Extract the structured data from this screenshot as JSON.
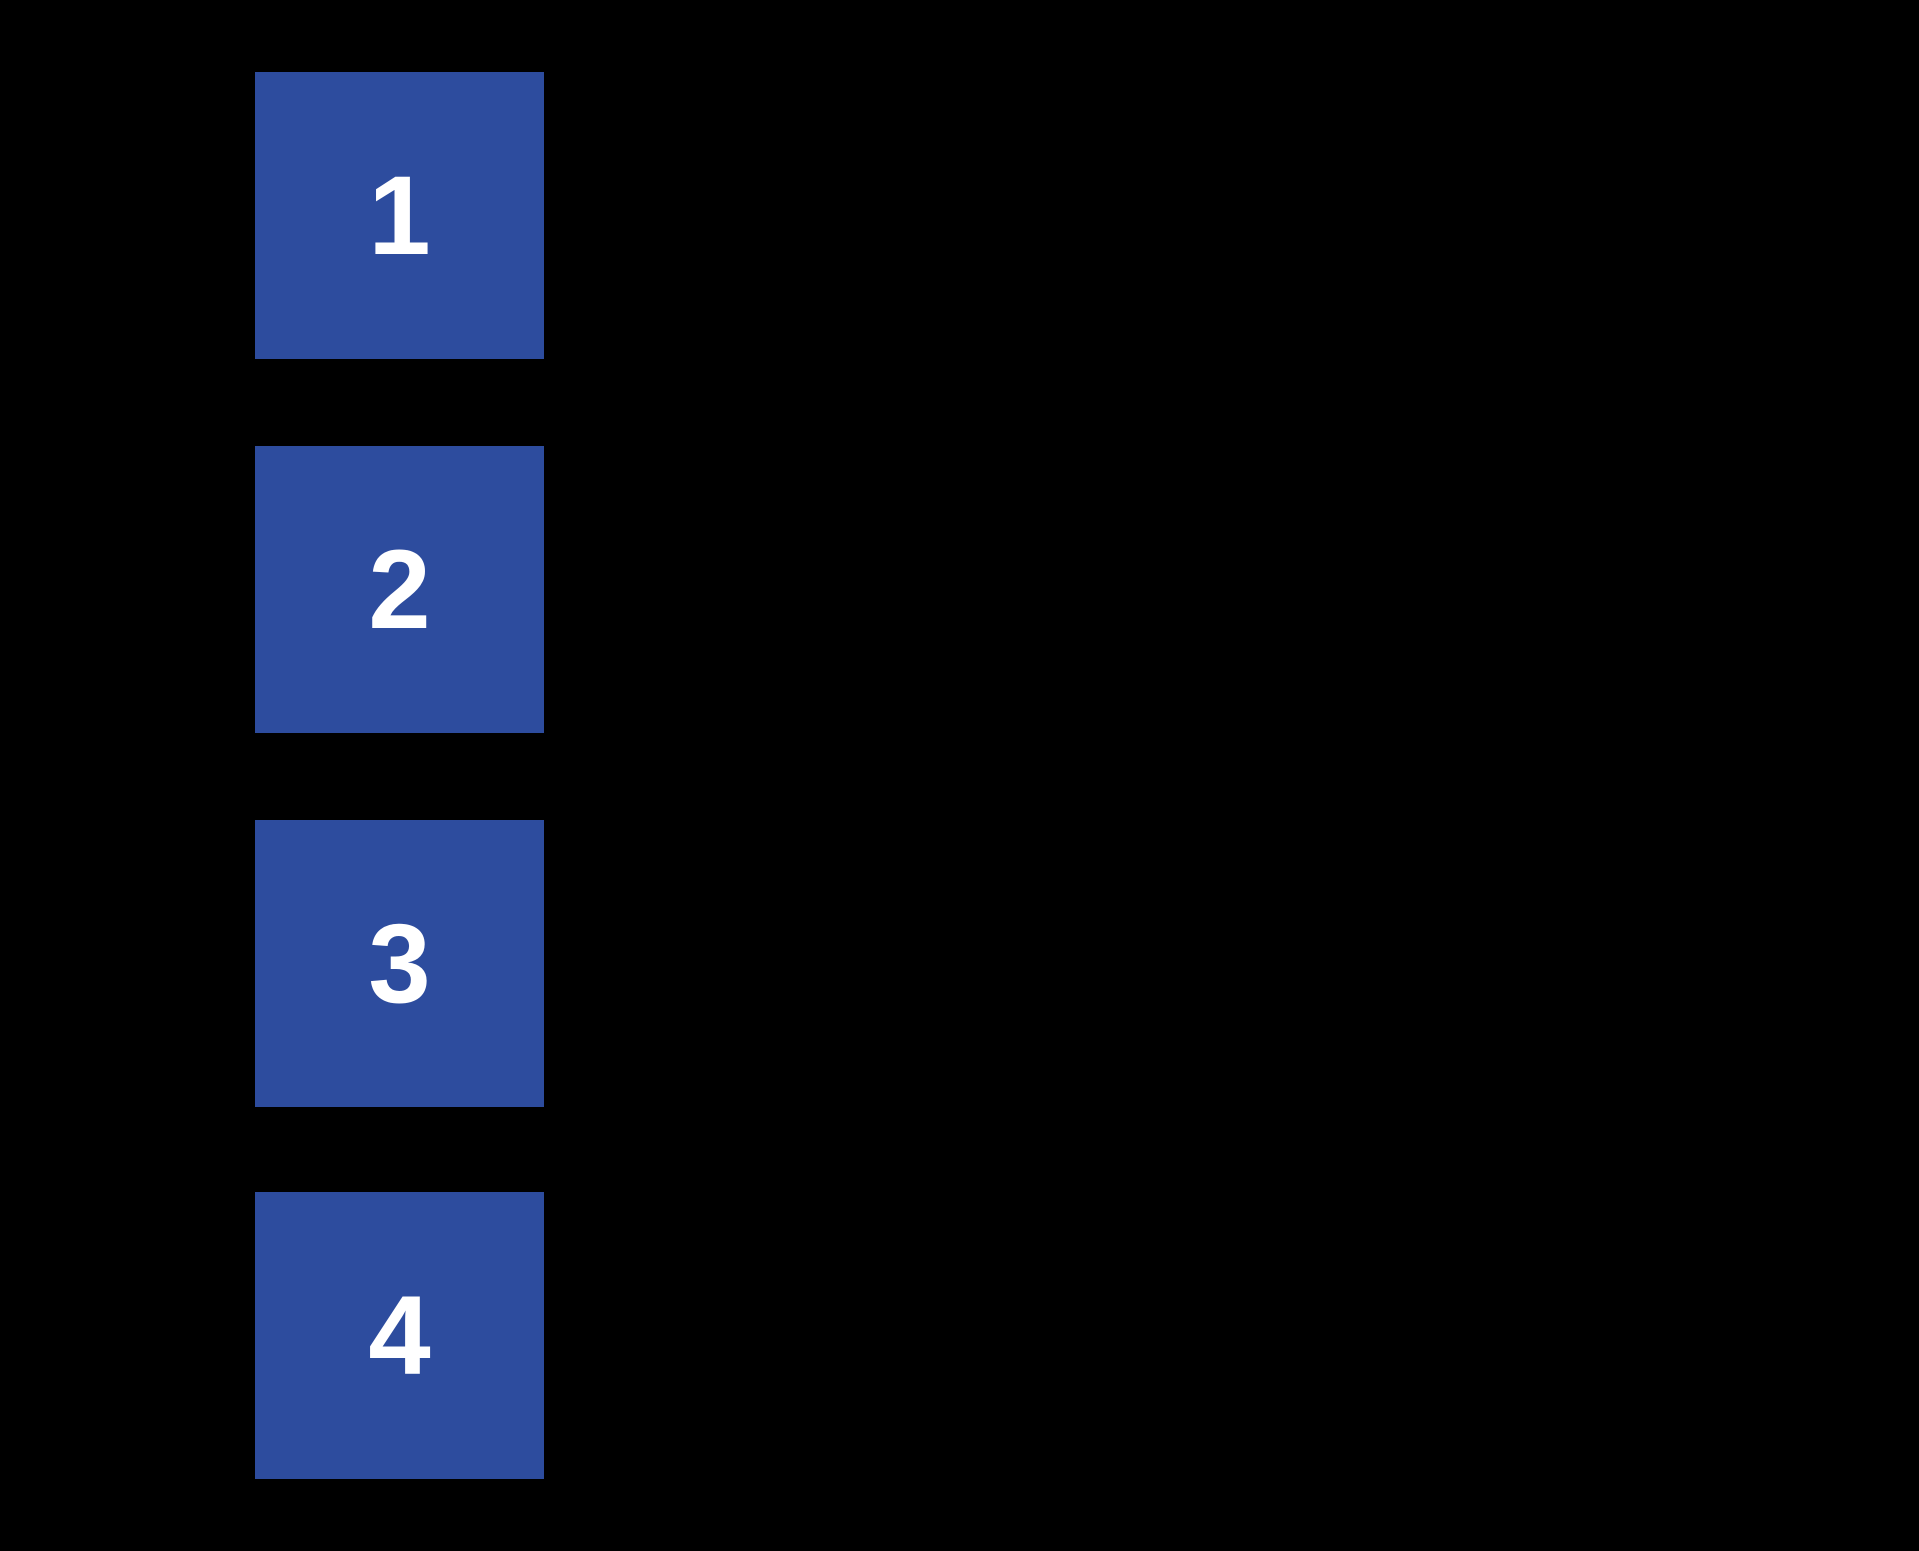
{
  "diagram": {
    "type": "numbered-steps",
    "orientation": "vertical-column-left",
    "steps": [
      {
        "number": "1"
      },
      {
        "number": "2"
      },
      {
        "number": "3"
      },
      {
        "number": "4"
      }
    ]
  },
  "colors": {
    "background": "#000000",
    "square": "#2d4c9e",
    "number": "#ffffff"
  }
}
